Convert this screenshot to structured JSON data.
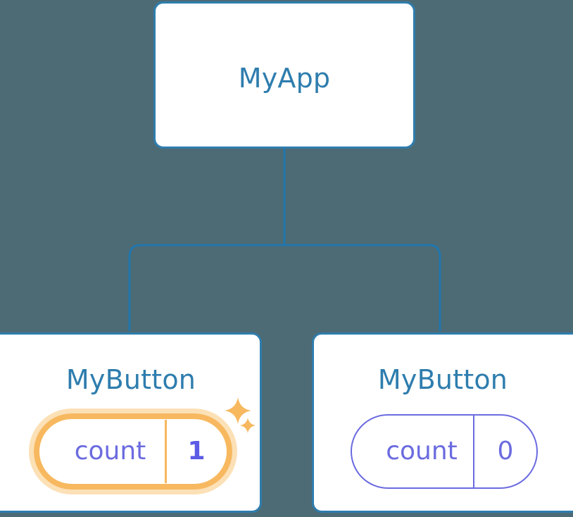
{
  "diagram": {
    "title": "Component tree with reactive state",
    "background_color": "#4d6b75",
    "node_border_color": "#2e7dae",
    "node_title_color": "#2e7dae",
    "state_color": "#6b6be0",
    "highlight_color": "#f7b85f",
    "highlight_glow_color": "#fce0b6",
    "connector_color": "#2176ac"
  },
  "root": {
    "label": "MyApp"
  },
  "children": [
    {
      "label": "MyButton",
      "highlighted": true,
      "state": {
        "key": "count",
        "value": "1"
      },
      "sparkles": [
        "sparkle-large",
        "sparkle-small"
      ]
    },
    {
      "label": "MyButton",
      "highlighted": false,
      "state": {
        "key": "count",
        "value": "0"
      },
      "sparkles": []
    }
  ]
}
